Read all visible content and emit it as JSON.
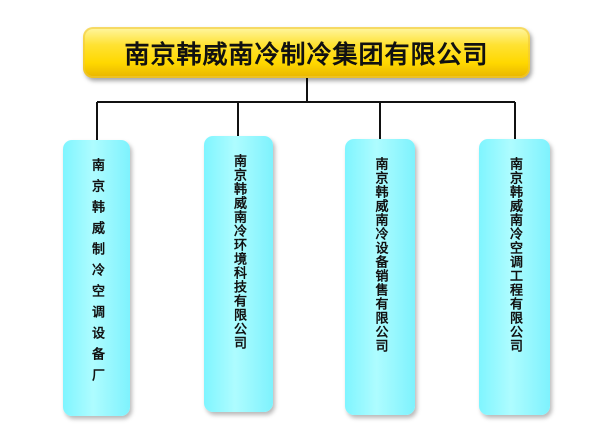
{
  "root": {
    "label": "南京韩威南冷制冷集团有限公司"
  },
  "children": [
    {
      "label": "南京韩威制冷空调设备厂"
    },
    {
      "label": "南京韩威南冷环境科技有限公司"
    },
    {
      "label": "南京韩威南冷设备销售有限公司"
    },
    {
      "label": "南京韩威南冷空调工程有限公司"
    }
  ],
  "colors": {
    "root_fill": "#ffd800",
    "child_fill": "#8ef6ff",
    "connector": "#111111",
    "text": "#111111"
  }
}
